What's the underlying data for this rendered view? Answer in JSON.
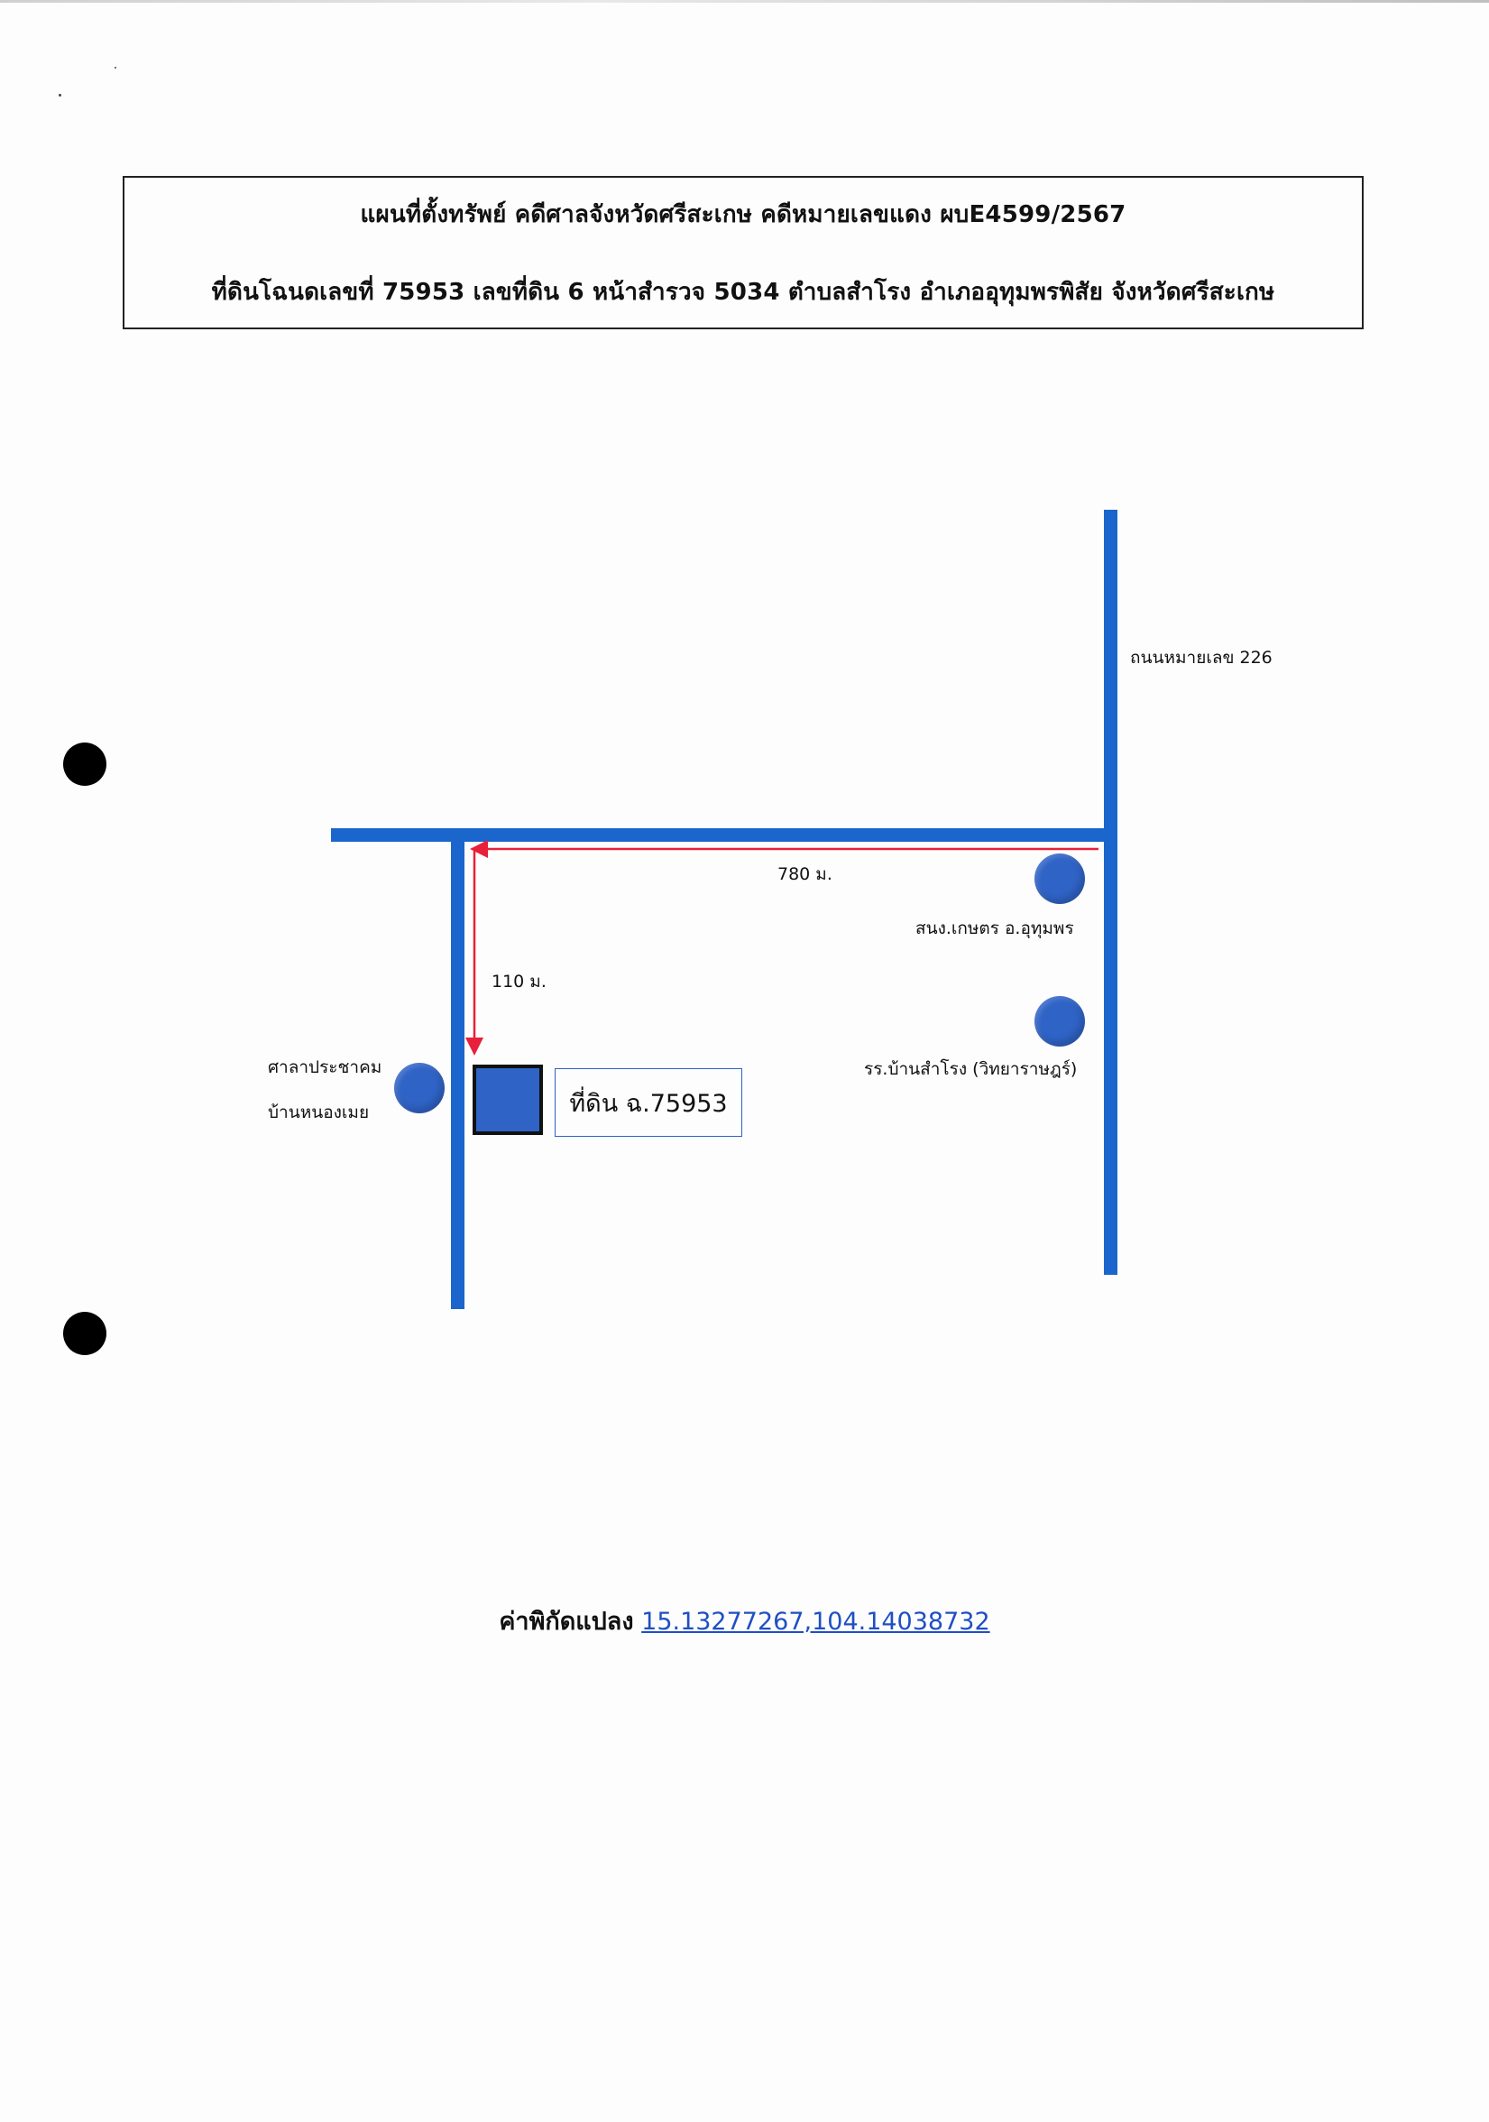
{
  "header": {
    "line1": "แผนที่ตั้งทรัพย์ คดีศาลจังหวัดศรีสะเกษ คดีหมายเลขแดง ผบE4599/2567",
    "line2": "ที่ดินโฉนดเลขที่ 75953 เลขที่ดิน 6 หน้าสำรวจ 5034 ตำบลสำโรง อำเภออุทุมพรพิสัย จังหวัดศรีสะเกษ"
  },
  "map": {
    "road_label": "ถนนหมายเลข 226",
    "distance_horizontal": "780 ม.",
    "distance_vertical": "110 ม.",
    "landmarks": {
      "agri_office": "สนง.เกษตร อ.อุทุมพร",
      "school": "รร.บ้านสำโรง (วิทยาราษฎร์)",
      "hall_line1": "ศาลาประชาคม",
      "hall_line2": "บ้านหนองเมย"
    },
    "parcel_label": "ที่ดิน ฉ.75953",
    "colors": {
      "road": "#1a66cc",
      "marker": "#2f63c6",
      "measure_line": "#e8203a"
    }
  },
  "coordinates": {
    "label": "ค่าพิกัดแปลง",
    "value": "15.13277267,104.14038732"
  }
}
